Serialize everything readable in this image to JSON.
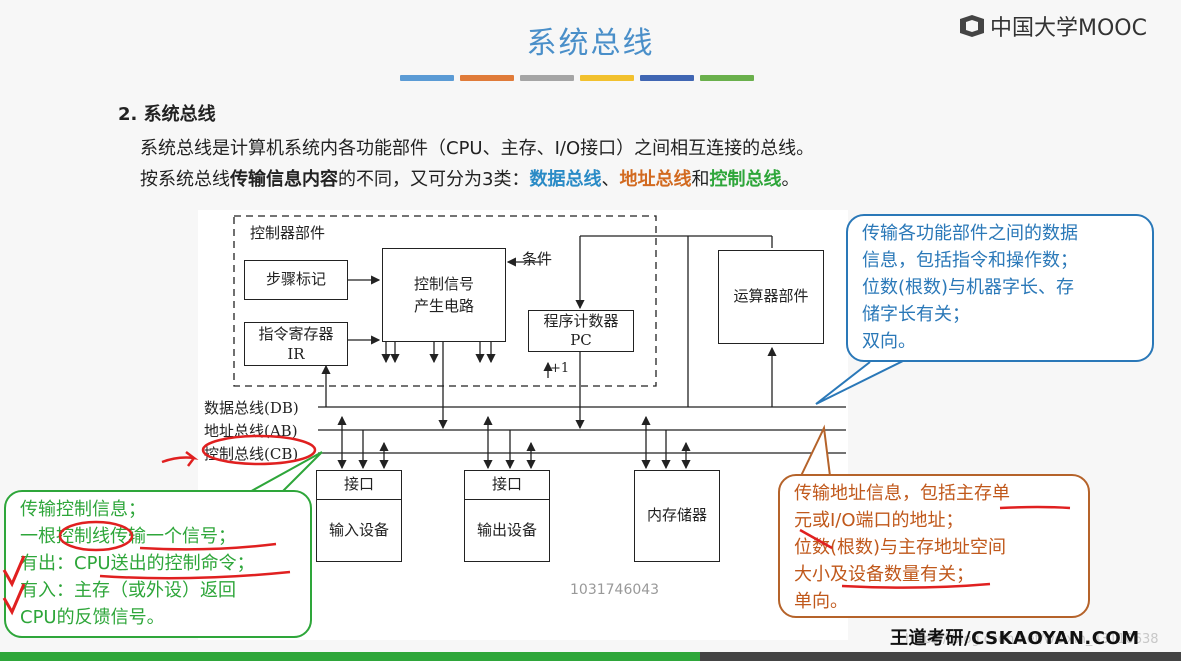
{
  "slide": {
    "title": "系统总线",
    "logo_text": "中国大学MOOC",
    "color_bars": [
      "#5b9bd5",
      "#e07b39",
      "#a5a5a5",
      "#f2c12e",
      "#4066b3",
      "#6ab04c"
    ],
    "heading": "2. 系统总线",
    "line1": "系统总线是计算机系统内各功能部件（CPU、主存、I/O接口）之间相互连接的总线。",
    "line2_prefix": "按系统总线",
    "line2_bold": "传输信息内容",
    "line2_mid": "的不同，又可分为3类：",
    "line2_data": "数据总线",
    "line2_sep1": "、",
    "line2_addr": "地址总线",
    "line2_sep2": "和",
    "line2_ctrl": "控制总线",
    "line2_end": "。",
    "watermark": "1031746043",
    "brand": "王道考研/CSKAOYAN.COM",
    "url_fragment": "https://blog.csdn.net/weixin_43110638"
  },
  "diagram": {
    "controller_label": "控制器部件",
    "step_marker": "步骤标记",
    "ir_line1": "指令寄存器",
    "ir_line2": "IR",
    "ctrl_gen_line1": "控制信号",
    "ctrl_gen_line2": "产生电路",
    "condition": "条件",
    "pc_line1": "程序计数器",
    "pc_line2": "PC",
    "plus_one": "+1",
    "alu": "运算器部件",
    "bus_db": "数据总线(DB)",
    "bus_ab": "地址总线(AB)",
    "bus_cb": "控制总线(CB)",
    "interface": "接口",
    "input_device": "输入设备",
    "output_device": "输出设备",
    "memory": "内存储器"
  },
  "callouts": {
    "blue": [
      "传输各功能部件之间的数据",
      "信息，包括指令和操作数；",
      "位数(根数)与机器字长、存",
      "储字长有关；",
      "双向。"
    ],
    "orange": [
      "传输地址信息，包括主存单",
      "元或I/O端口的地址；",
      "位数(根数)与主存地址空间",
      "大小及设备数量有关；",
      "单向。"
    ],
    "green": [
      "传输控制信息；",
      "一根控制线传输一个信号；",
      "有出：CPU送出的控制命令；",
      "有入：主存（或外设）返回",
      "CPU的反馈信号。"
    ]
  }
}
